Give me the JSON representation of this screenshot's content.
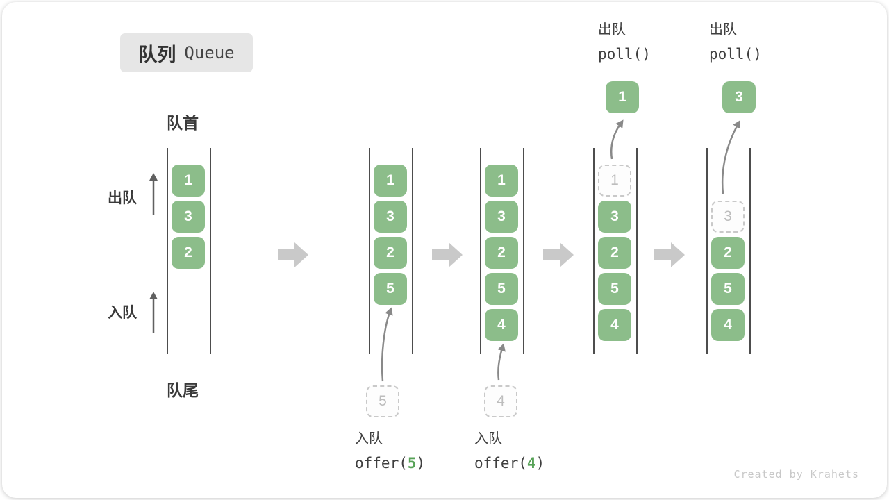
{
  "title": {
    "zh": "队列",
    "en": "Queue"
  },
  "structure_labels": {
    "front": "队首",
    "rear": "队尾",
    "dequeue_side": "出队",
    "enqueue_side": "入队"
  },
  "columns": [
    {
      "cells": [
        {
          "value": "1"
        },
        {
          "value": "3"
        },
        {
          "value": "2"
        }
      ]
    },
    {
      "cells": [
        {
          "value": "1"
        },
        {
          "value": "3"
        },
        {
          "value": "2"
        },
        {
          "value": "5"
        }
      ],
      "incoming_value": "5"
    },
    {
      "cells": [
        {
          "value": "1"
        },
        {
          "value": "3"
        },
        {
          "value": "2"
        },
        {
          "value": "5"
        },
        {
          "value": "4"
        }
      ],
      "incoming_value": "4"
    },
    {
      "ghost": {
        "value": "1"
      },
      "cells": [
        {
          "value": "3"
        },
        {
          "value": "2"
        },
        {
          "value": "5"
        },
        {
          "value": "4"
        }
      ],
      "polled_value": "1"
    },
    {
      "ghost": {
        "value": "3"
      },
      "cells": [
        {
          "value": "2"
        },
        {
          "value": "5"
        },
        {
          "value": "4"
        }
      ],
      "polled_value": "3"
    }
  ],
  "annotations": {
    "dequeue_ops": [
      {
        "label": "出队",
        "code": "poll()"
      },
      {
        "label": "出队",
        "code": "poll()"
      }
    ],
    "enqueue_ops": [
      {
        "label": "入队",
        "code_prefix": "offer(",
        "arg": "5",
        "code_suffix": ")"
      },
      {
        "label": "入队",
        "code_prefix": "offer(",
        "arg": "4",
        "code_suffix": ")"
      }
    ]
  },
  "watermark": "Created by Krahets",
  "colors": {
    "cell_green": "#8cbd8a",
    "code_arg_green": "#57a257",
    "ghost_border": "#c9c9c9",
    "block_arrow_gray": "#c9c9c9",
    "thin_arrow_gray": "#898989",
    "rail_dark": "#4d4d4d",
    "badge_bg": "#e6e6e6",
    "text_dark": "#3a3a3a"
  }
}
